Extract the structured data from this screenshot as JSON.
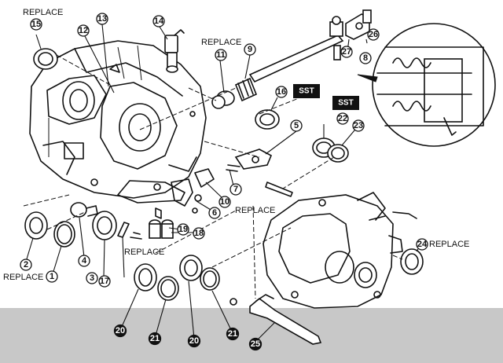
{
  "callouts": {
    "replace_15": "REPLACE",
    "replace_11": "REPLACE",
    "replace_mid": "REPLACE",
    "replace_lower": "REPLACE",
    "replace_1": "REPLACE",
    "replace_24": "REPLACE"
  },
  "sst": [
    "SST",
    "SST"
  ],
  "part_numbers": {
    "p1": "1",
    "p2": "2",
    "p3": "3",
    "p4": "4",
    "p5": "5",
    "p6": "6",
    "p7": "7",
    "p8": "8",
    "p9": "9",
    "p10": "10",
    "p11": "11",
    "p12": "12",
    "p13": "13",
    "p14": "14",
    "p15": "15",
    "p16": "16",
    "p17": "17",
    "p18": "18",
    "p19": "19",
    "p20a": "20",
    "p20b": "20",
    "p21a": "21",
    "p21b": "21",
    "p22": "22",
    "p23": "23",
    "p24": "24",
    "p25": "25",
    "p26": "26",
    "p27": "27"
  },
  "colors": {
    "line": "#111111",
    "background": "#ffffff",
    "footer_band": "#c8c8c8"
  }
}
